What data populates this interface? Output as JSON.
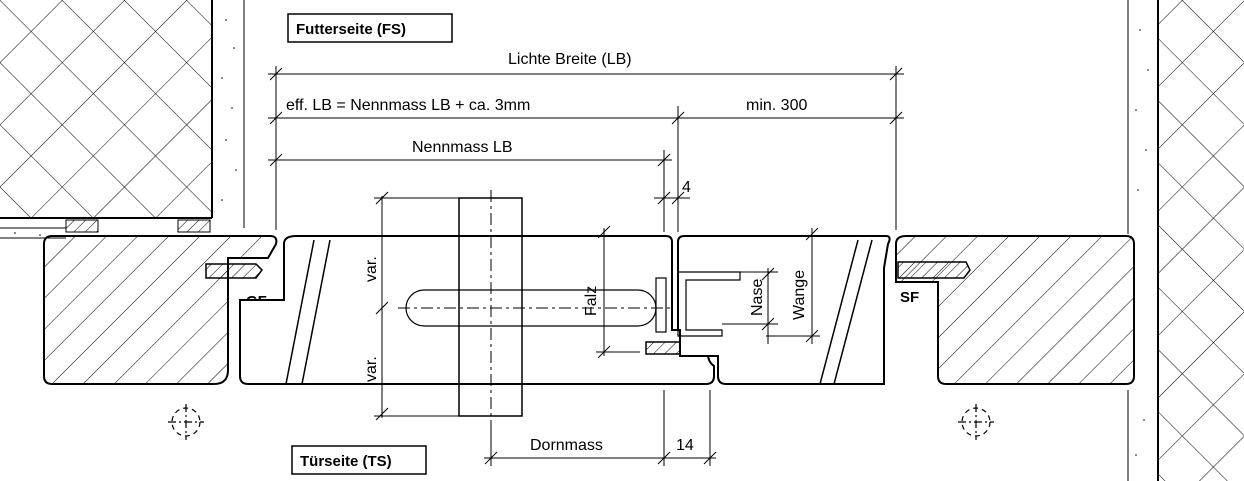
{
  "sides": {
    "futterseite": "Futterseite (FS)",
    "tuerseite": "Türseite (TS)"
  },
  "dimensions": {
    "lichte_breite": "Lichte Breite (LB)",
    "eff_lb": "eff. LB = Nennmass LB + ca. 3mm",
    "min_300": "min. 300",
    "nennmass_lb": "Nennmass LB",
    "gap_4": "4",
    "dornmass": "Dornmass",
    "dim_14": "14"
  },
  "vertical_labels": {
    "var_top": "var.",
    "var_bottom": "var.",
    "falz": "Falz",
    "nase": "Nase",
    "wange": "Wange"
  },
  "seal_labels": {
    "gf": "GF",
    "sf": "SF"
  }
}
